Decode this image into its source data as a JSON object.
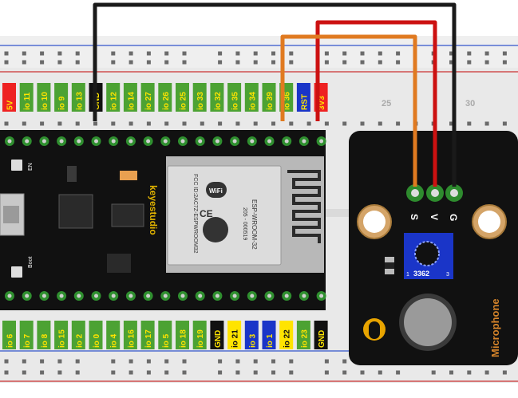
{
  "board": {
    "brand": "keyestudio",
    "top_pins": [
      "5V",
      "io 11",
      "io 10",
      "io 9",
      "io 13",
      "GND",
      "io 12",
      "io 14",
      "io 27",
      "io 26",
      "io 25",
      "io 33",
      "io 32",
      "io 35",
      "io 34",
      "io 39",
      "io 36",
      "RST",
      "3V3"
    ],
    "bottom_pins": [
      "io 6",
      "io 7",
      "io 8",
      "io 15",
      "io 2",
      "io 0",
      "io 4",
      "io 16",
      "io 17",
      "io 5",
      "io 18",
      "io 19",
      "GND",
      "io 21",
      "io 3",
      "io 1",
      "io 22",
      "io 23",
      "GND"
    ],
    "button_en": "EN",
    "button_boot": "Boot"
  },
  "module": {
    "chip": "ESP-WROOM-32",
    "fcc": "FCC ID:2AC7Z-ESPWROOM32",
    "r_code": "205 - 000519",
    "wifi": "WiFi"
  },
  "breadboard": {
    "col_25": "25",
    "col_30": "30"
  },
  "sensor": {
    "name": "Microphone",
    "pot": "3362",
    "pin_s": "S",
    "pin_v": "V",
    "pin_g": "G",
    "pot_pin1": "1",
    "pot_pin3": "3"
  },
  "wires": {
    "black": "#1a1a1a",
    "red": "#cc1111",
    "orange": "#e07a20"
  }
}
